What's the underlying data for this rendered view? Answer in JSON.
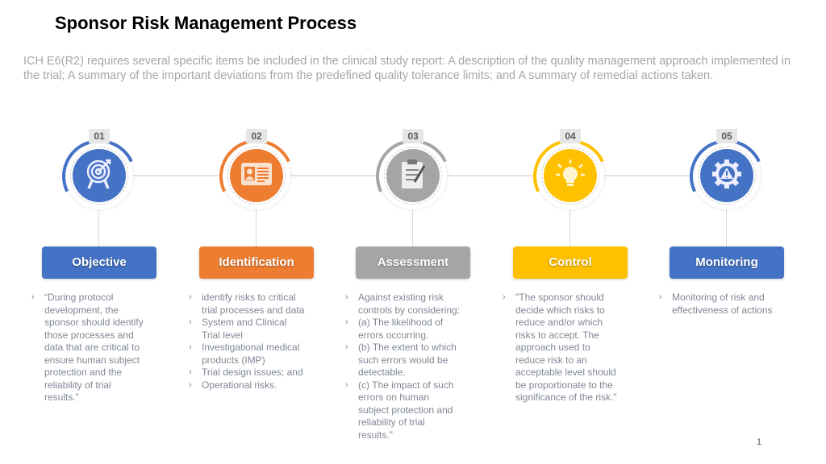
{
  "title": "Sponsor Risk Management Process",
  "subtitle": "ICH E6(R2) requires several specific items be included in the clinical study report: A description of the quality management approach implemented in the trial;  A summary of the important deviations from the predefined quality tolerance limits; and A summary of remedial actions taken.",
  "page_number": "1",
  "colors": {
    "blue": "#4472c4",
    "orange": "#ed7d31",
    "gray": "#a5a5a5",
    "yellow": "#ffc000"
  },
  "steps": [
    {
      "num": "01",
      "label": "Objective",
      "icon": "target-icon",
      "color": "#4472c4",
      "bullets": [
        "“During protocol development, the sponsor should identify those processes and data that are critical to ensure human subject protection and the reliability of trial results.”"
      ]
    },
    {
      "num": "02",
      "label": "Identification",
      "icon": "id-card-icon",
      "color": "#ed7d31",
      "bullets": [
        " identify risks to critical trial processes and data",
        "System and Clinical Trial level",
        "Investigational medical products (IMP)",
        "Trial design issues; and",
        "Operational risks."
      ]
    },
    {
      "num": "03",
      "label": "Assessment",
      "icon": "clipboard-icon",
      "color": "#a5a5a5",
      "bullets": [
        "Against existing risk controls by considering:",
        "(a) The likelihood of errors occurring.",
        "(b) The extent to which such errors would be detectable.",
        "(c) The impact of such errors on human subject protection and reliability of trial results.\""
      ]
    },
    {
      "num": "04",
      "label": "Control",
      "icon": "lightbulb-icon",
      "color": "#ffc000",
      "bullets": [
        "\"The sponsor should decide which risks to reduce and/or which risks to accept. The approach used to reduce risk to an acceptable level should be proportionate to the significance of the risk.\""
      ]
    },
    {
      "num": "05",
      "label": "Monitoring",
      "icon": "gear-warning-icon",
      "color": "#4472c4",
      "bullets": [
        "Monitoring of risk and effectiveness of actions"
      ]
    }
  ]
}
